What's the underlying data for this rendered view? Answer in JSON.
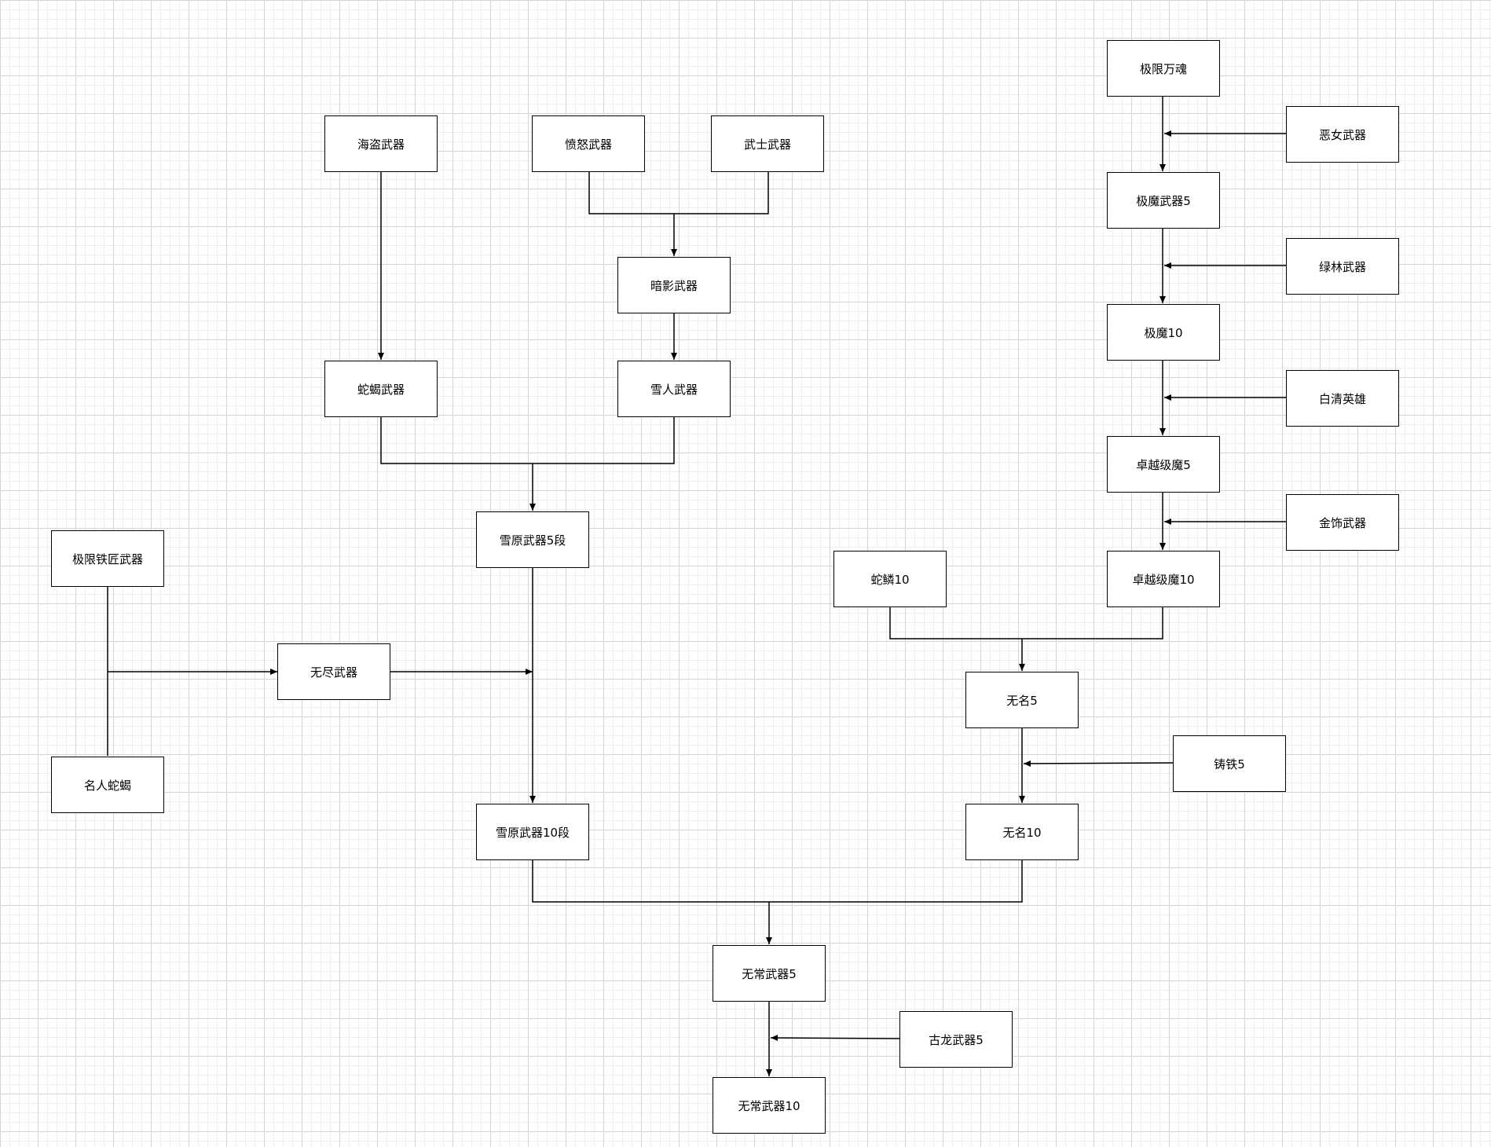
{
  "diagram": {
    "line_color": "#000000",
    "nodes": {
      "haidao": "海盗武器",
      "fennu": "愤怒武器",
      "wushi": "武士武器",
      "anying": "暗影武器",
      "shexie": "蛇蝎武器",
      "xueren": "雪人武器",
      "xueyuan5": "雪原武器5段",
      "jixian_tj": "极限铁匠武器",
      "wujin": "无尽武器",
      "mingren": "名人蛇蝎",
      "xueyuan10": "雪原武器10段",
      "jixian_wh": "极限万魂",
      "enu": "恶女武器",
      "jimo5": "极魔武器5",
      "lulin": "绿林武器",
      "jimo10": "极魔10",
      "baiqing": "白清英雄",
      "zhuoyue5": "卓越级魔5",
      "jinshi": "金饰武器",
      "shelin10": "蛇鳞10",
      "zhuoyue10": "卓越级魔10",
      "wuming5": "无名5",
      "zhutie5": "铸铁5",
      "wuming10": "无名10",
      "wuchang5": "无常武器5",
      "gulong5": "古龙武器5",
      "wuchang10": "无常武器10"
    }
  }
}
